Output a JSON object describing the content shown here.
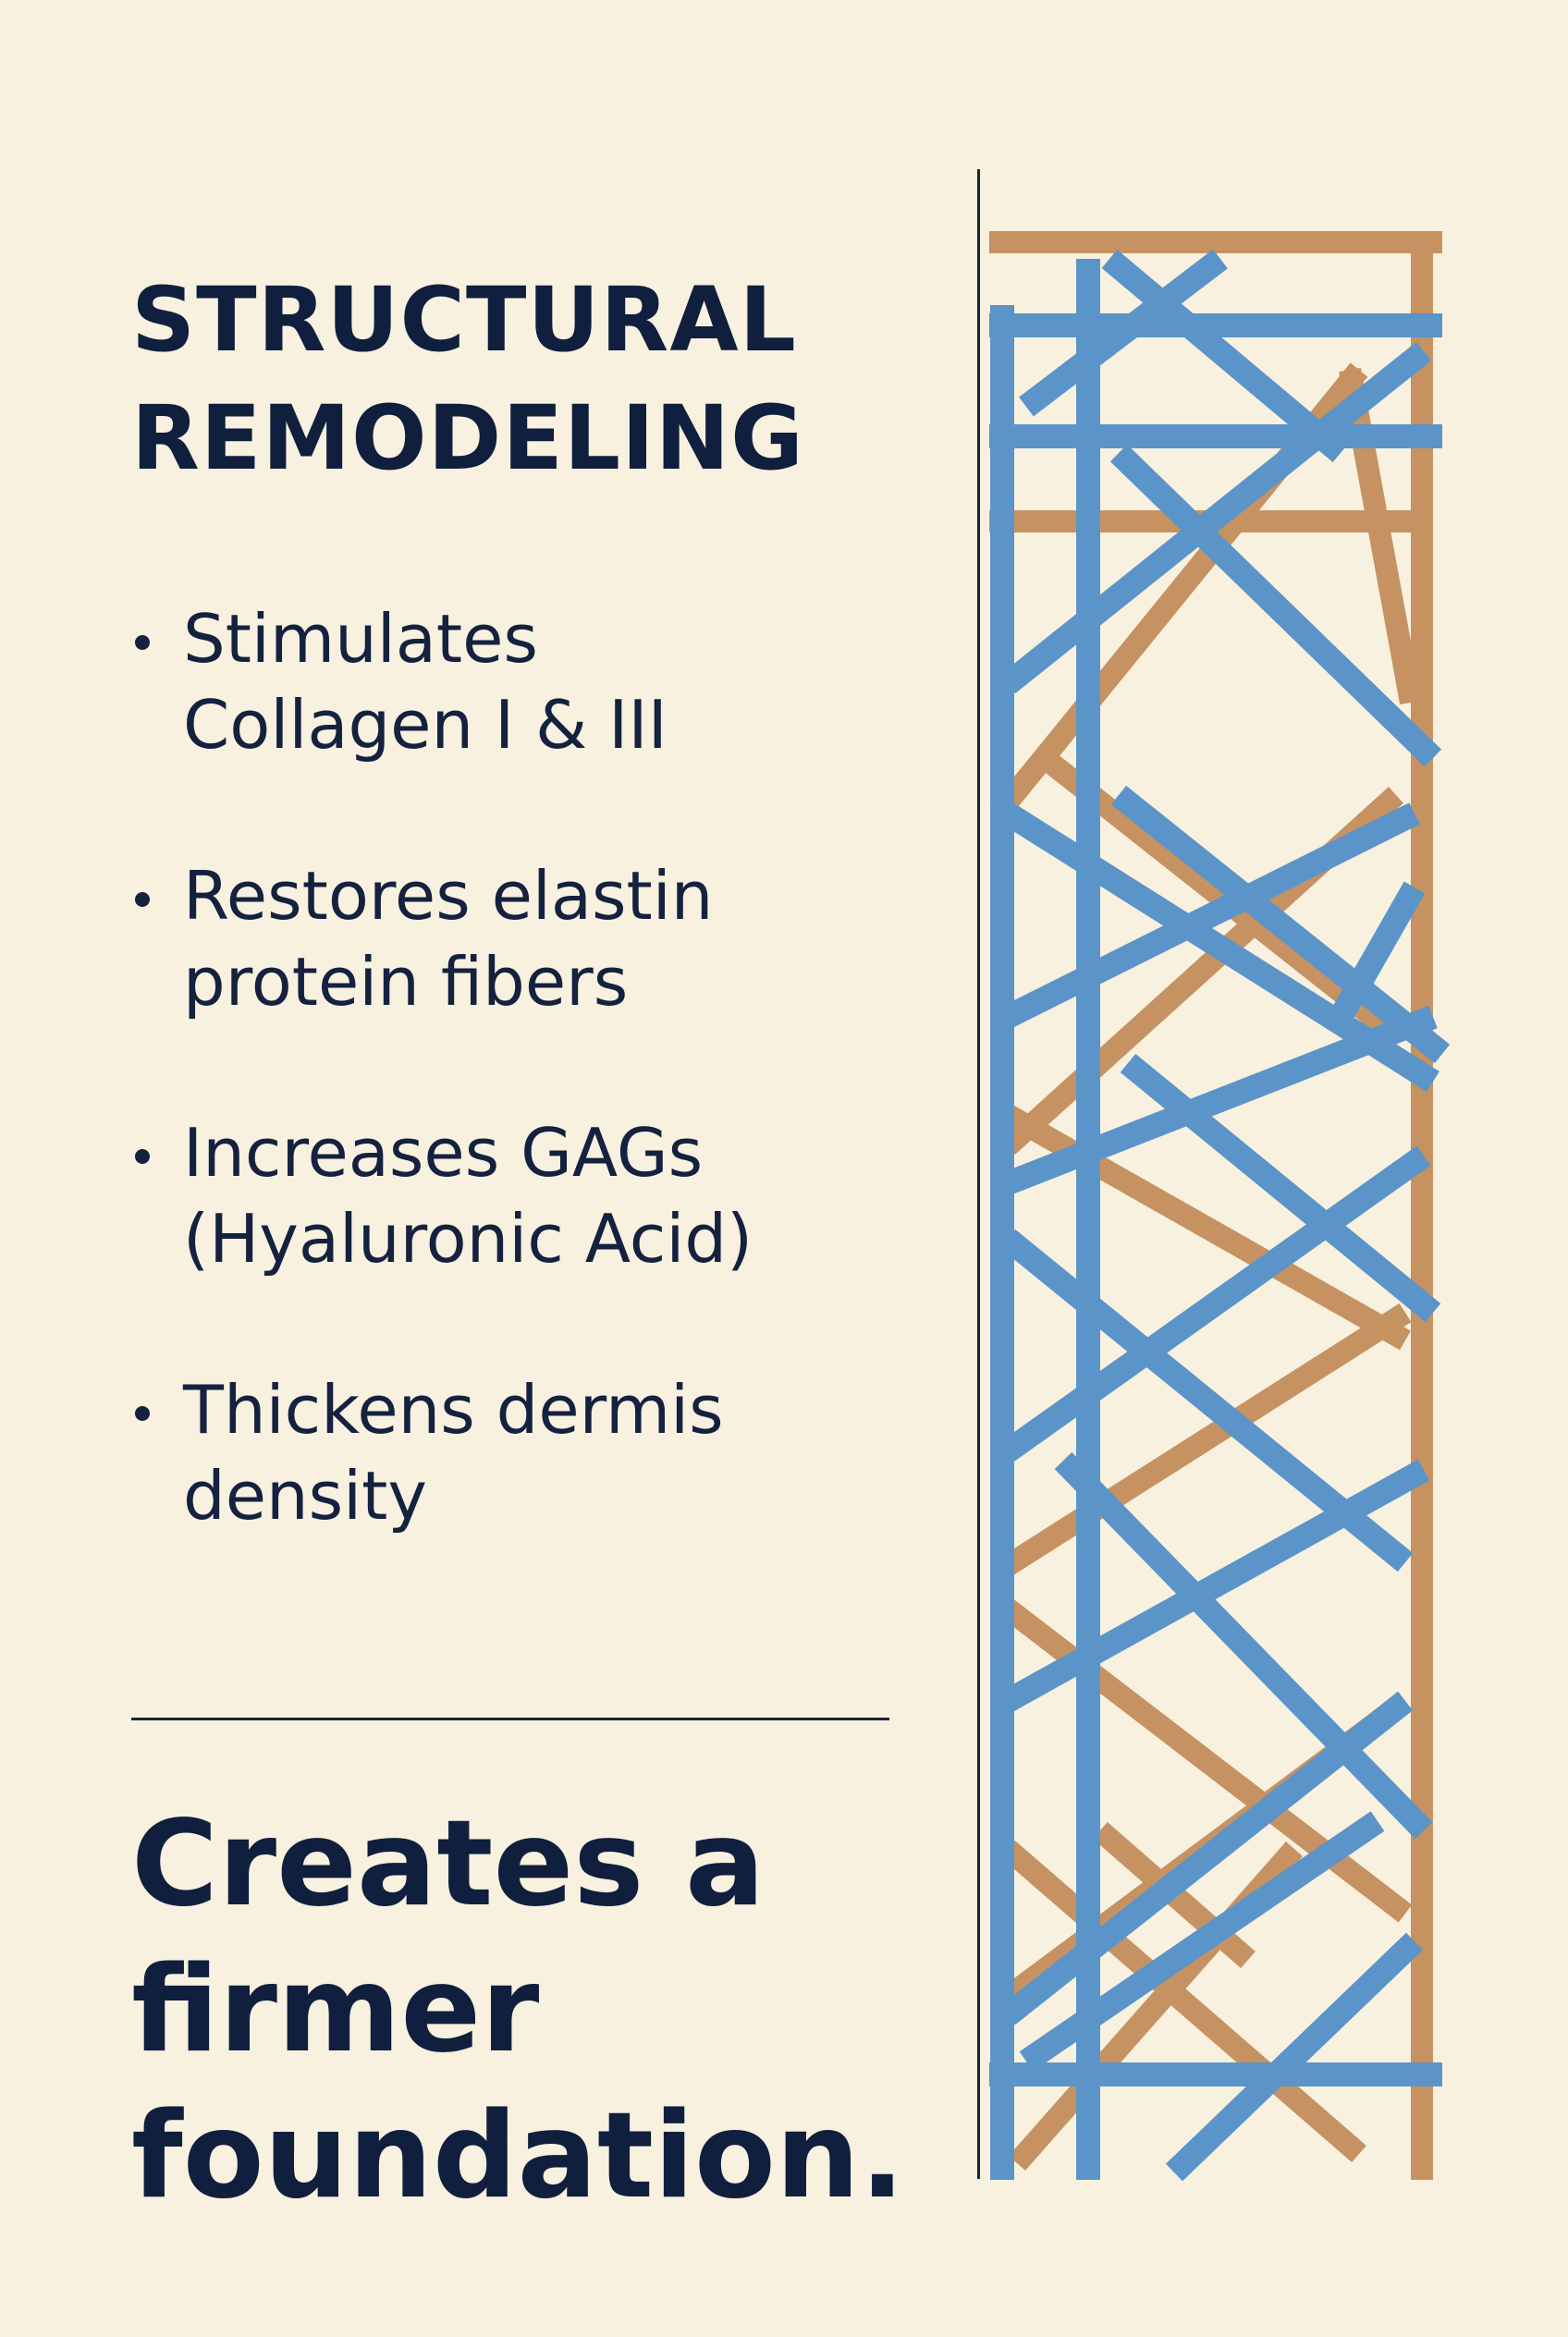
{
  "title": {
    "line1": "STRUCTURAL",
    "line2": "REMODELING"
  },
  "bullets": [
    {
      "line1": "Stimulates",
      "line2": "Collagen I & III"
    },
    {
      "line1": "Restores elastin",
      "line2": "protein fibers"
    },
    {
      "line1": "Increases GAGs",
      "line2": "(Hyaluronic Acid)"
    },
    {
      "line1": "Thickens dermis",
      "line2": "density"
    }
  ],
  "tagline": {
    "line1": "Creates a",
    "line2": "firmer",
    "line3": "foundation."
  },
  "illustration": {
    "name": "collagen-scaffold-illustration",
    "colors": {
      "blue_fiber": "#5b94c9",
      "tan_fiber": "#c69262"
    }
  },
  "colors": {
    "background": "#f8f1df",
    "text": "#0f1f3d",
    "rule": "#1a2236"
  }
}
